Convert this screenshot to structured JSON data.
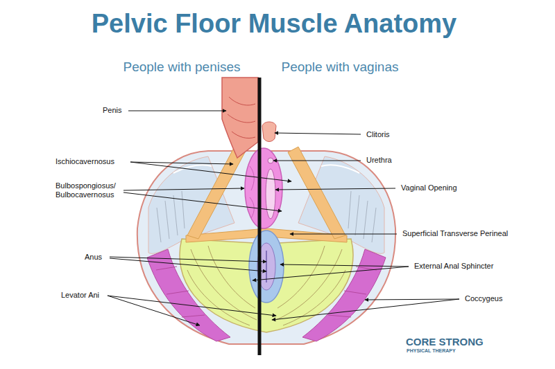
{
  "diagram": {
    "title": "Pelvic Floor Muscle Anatomy",
    "labels": [
      "People with penises",
      "People with vaginas",
      "Penis",
      "Ischiocavernosus",
      "Bulbospongiosus/ Bulbocavernosus",
      "Anus",
      "Levator Ani",
      "Clitoris",
      "Urethra",
      "Vaginal Opening",
      "Superficial Transverse Perineal",
      "External Anal Sphincter",
      "Coccygeus",
      "CORE STRONG",
      "PHYSICAL THERAPY"
    ]
  }
}
